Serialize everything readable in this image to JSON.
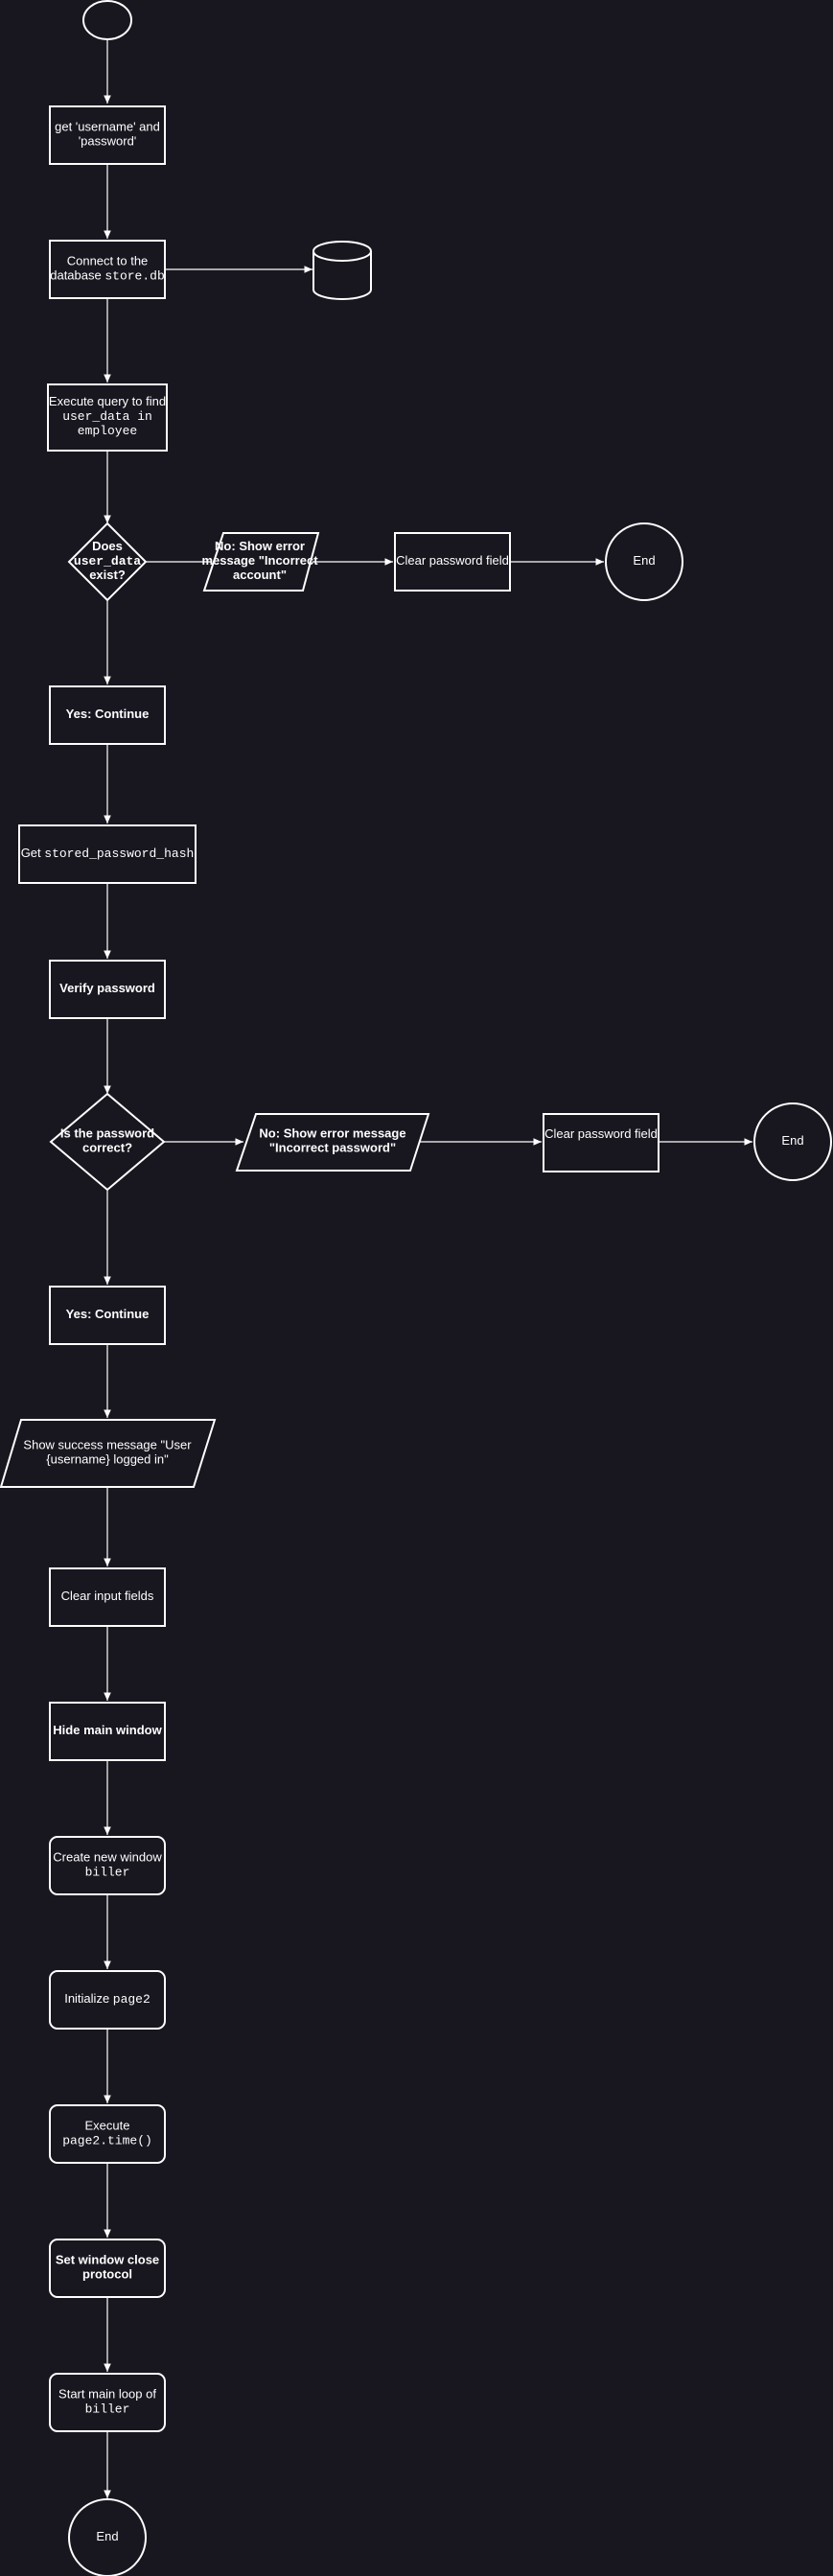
{
  "colors": {
    "background": "#18161f",
    "stroke": "#ffffff",
    "text": "#ffffff"
  },
  "nodes": {
    "get_credentials": [
      "get 'username' and",
      "'password'"
    ],
    "connect_db": [
      "Connect to the",
      "database |store.db"
    ],
    "execute_query": [
      "Execute query to find",
      "user_data| in",
      "employee"
    ],
    "user_exists": [
      "Does",
      "user_data",
      "exist?"
    ],
    "no_account_error": [
      "No: Show error",
      "message \"Incorrect",
      "account\""
    ],
    "clear_password_1": [
      "Clear password field"
    ],
    "end_1": [
      "End"
    ],
    "yes_continue_1": [
      "Yes: Continue"
    ],
    "get_hash": [
      "Get |stored_password_hash"
    ],
    "verify_password": [
      "Verify password"
    ],
    "password_correct": [
      "Is the password",
      "correct?"
    ],
    "no_password_error": [
      "No: Show error message",
      "\"Incorrect password\""
    ],
    "clear_password_2": [
      "Clear password field"
    ],
    "end_2": [
      "End"
    ],
    "yes_continue_2": [
      "Yes: Continue"
    ],
    "show_success": [
      "Show success message \"User",
      "{username} logged in\""
    ],
    "clear_inputs": [
      "Clear input fields"
    ],
    "hide_main": [
      "Hide main window"
    ],
    "create_window": [
      "Create new window",
      "biller"
    ],
    "init_page2": [
      "Initialize |page2"
    ],
    "execute_time": [
      "Execute",
      "page2.time()"
    ],
    "set_close_protocol": [
      "Set window close",
      "protocol"
    ],
    "start_mainloop": [
      "Start main loop of",
      "biller"
    ],
    "end_3": [
      "End"
    ]
  }
}
